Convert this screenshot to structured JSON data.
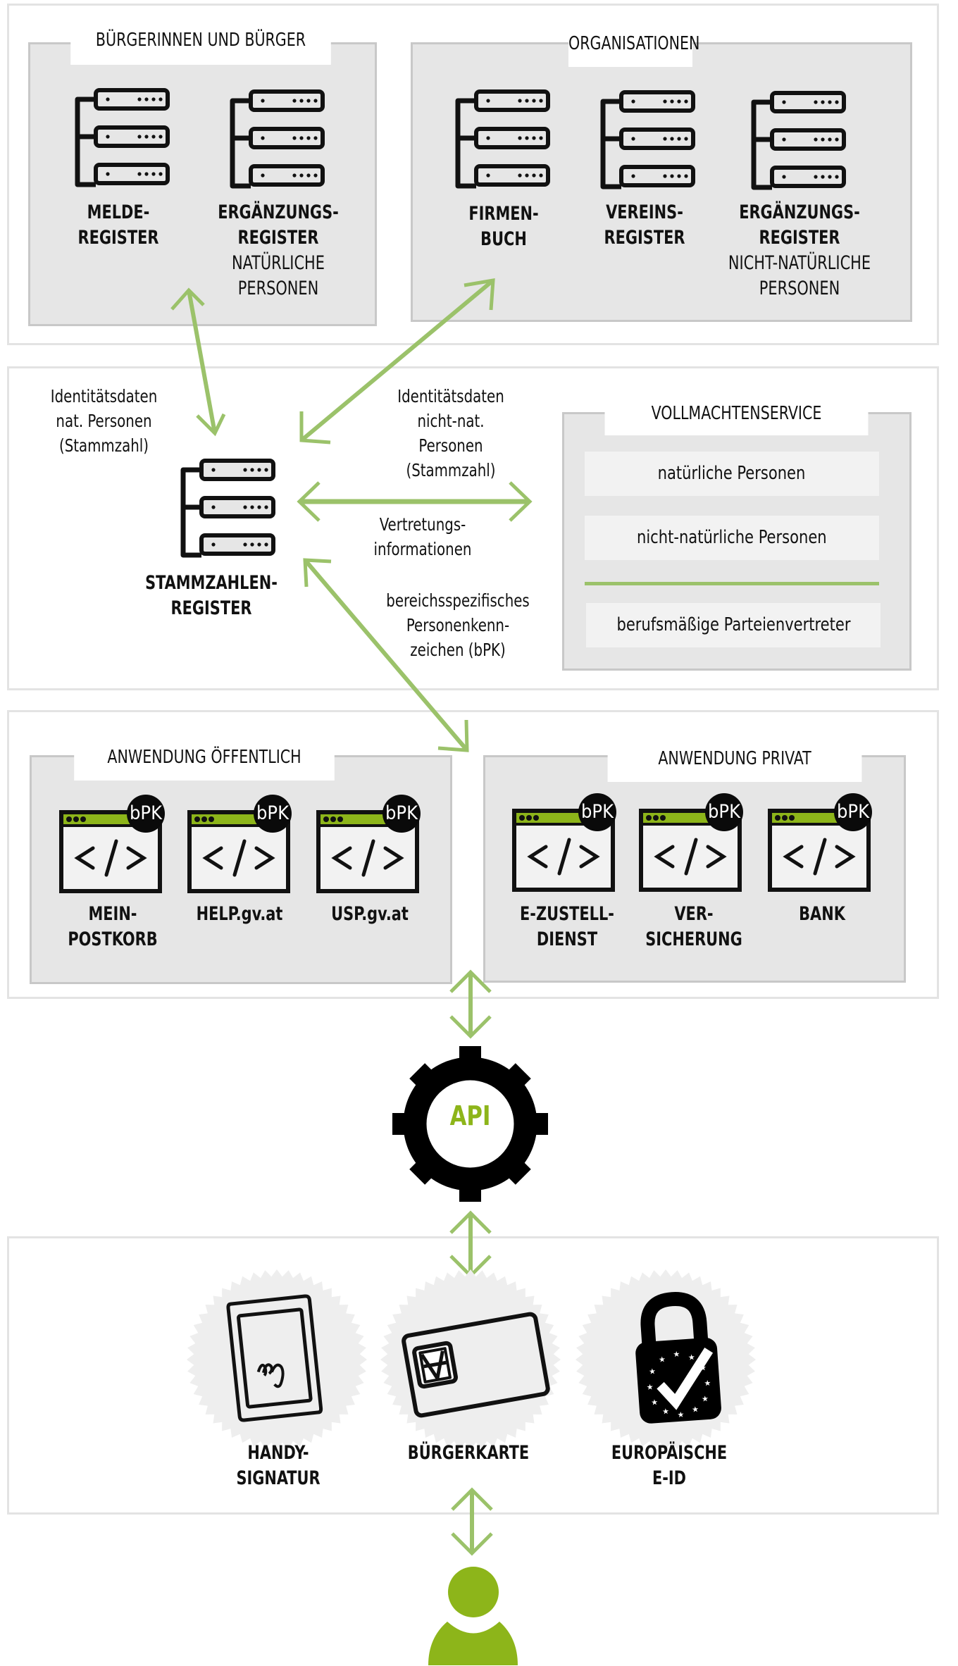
{
  "colors": {
    "accent_green": "#8db51a",
    "arrow_green": "#9bc26a",
    "section_border": "#e3e3e3",
    "group_bg": "#e6e6e6",
    "group_border": "#c8c8c8",
    "box_bg": "#f2f2f2",
    "icon_dark": "#111111"
  },
  "registers_section": {
    "citizens": {
      "title": "BÜRGERINNEN UND BÜRGER",
      "items": [
        {
          "icon": "server-register-icon",
          "bold_lines": [
            "MELDE-",
            "REGISTER"
          ],
          "regular_lines": []
        },
        {
          "icon": "server-register-icon",
          "bold_lines": [
            "ERGÄNZUNGS-",
            "REGISTER"
          ],
          "regular_lines": [
            "NATÜRLICHE",
            "PERSONEN"
          ]
        }
      ]
    },
    "organisations": {
      "title": "ORGANISATIONEN",
      "items": [
        {
          "icon": "server-register-icon",
          "bold_lines": [
            "FIRMEN-",
            "BUCH"
          ],
          "regular_lines": []
        },
        {
          "icon": "server-register-icon",
          "bold_lines": [
            "VEREINS-",
            "REGISTER"
          ],
          "regular_lines": []
        },
        {
          "icon": "server-register-icon",
          "bold_lines": [
            "ERGÄNZUNGS-",
            "REGISTER"
          ],
          "regular_lines": [
            "NICHT-NATÜRLICHE",
            "PERSONEN"
          ]
        }
      ]
    }
  },
  "core_section": {
    "note_identity_natural": [
      "Identitätsdaten",
      "nat. Personen",
      "(Stammzahl)"
    ],
    "note_identity_non_natural": [
      "Identitätsdaten",
      "nicht-nat.",
      "Personen",
      "(Stammzahl)"
    ],
    "note_representation": [
      "Vertretungs-",
      "informationen"
    ],
    "note_bpk": [
      "bereichsspezifisches",
      "Personenkenn-",
      "zeichen (bPK)"
    ],
    "register": {
      "icon": "server-register-icon",
      "bold_lines": [
        "STAMMZAHLEN-",
        "REGISTER"
      ]
    },
    "power_of_attorney": {
      "title": "VOLLMACHTENSERVICE",
      "items": [
        "natürliche Personen",
        "nicht-natürliche Personen",
        "berufsmäßige Parteienvertreter"
      ]
    }
  },
  "applications_section": {
    "public": {
      "title": "ANWENDUNG ÖFFENTLICH",
      "badge": "bPK",
      "items": [
        {
          "icon": "web-app-code-icon",
          "lines": [
            "MEIN-",
            "POSTKORB"
          ]
        },
        {
          "icon": "web-app-code-icon",
          "lines": [
            "HELP.gv.at"
          ]
        },
        {
          "icon": "web-app-code-icon",
          "lines": [
            "USP.gv.at"
          ]
        }
      ]
    },
    "private": {
      "title": "ANWENDUNG PRIVAT",
      "badge": "bPK",
      "items": [
        {
          "icon": "web-app-code-icon",
          "lines": [
            "E-ZUSTELL-",
            "DIENST"
          ]
        },
        {
          "icon": "web-app-code-icon",
          "lines": [
            "VER-",
            "SICHERUNG"
          ]
        },
        {
          "icon": "web-app-code-icon",
          "lines": [
            "BANK"
          ]
        }
      ]
    }
  },
  "api": {
    "icon": "gear-icon",
    "label": "API"
  },
  "auth_section": {
    "items": [
      {
        "icon": "mobile-signature-icon",
        "lines": [
          "HANDY-",
          "SIGNATUR"
        ]
      },
      {
        "icon": "smart-card-icon",
        "lines": [
          "BÜRGERKARTE"
        ]
      },
      {
        "icon": "eu-padlock-icon",
        "lines": [
          "EUROPÄISCHE",
          "E-ID"
        ]
      }
    ]
  },
  "user": {
    "icon": "user-icon"
  }
}
